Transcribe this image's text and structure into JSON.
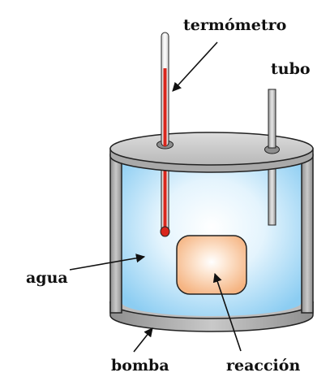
{
  "labels": {
    "thermometer": "termómetro",
    "tube": "tubo",
    "water": "agua",
    "bomb": "bomba",
    "reaction": "reacción"
  },
  "colors": {
    "water_outer": "#8ccdf2",
    "water_inner": "#ffffff",
    "lid": "#c8c8c8",
    "wall": "#a9a9a9",
    "reaction_outer": "#f7b98a",
    "reaction_inner": "#ffffff",
    "mercury": "#d9261c",
    "outline": "#222222"
  }
}
